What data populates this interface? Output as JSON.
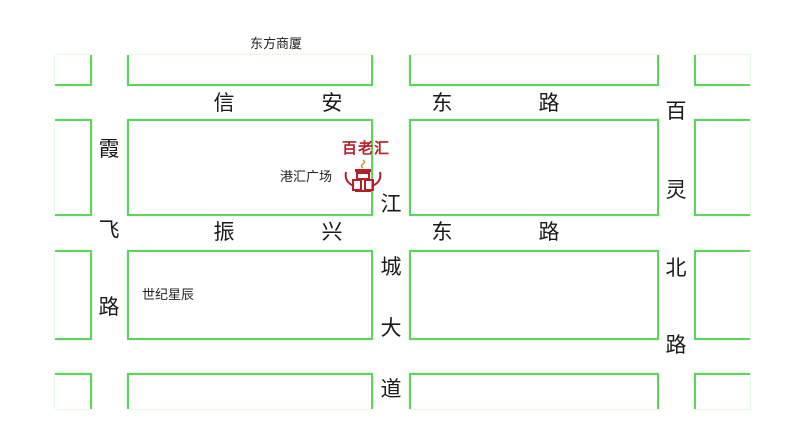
{
  "map": {
    "line_color": "#5fd35f",
    "landmarks": {
      "top": "东方商厦",
      "gangHuiPlaza": "港汇广场",
      "shijiXingchen": "世纪星辰"
    },
    "brand": {
      "name": "百老汇",
      "color": "#b3202a",
      "icon": "brand-logo-icon"
    },
    "roads": {
      "xinan_east": [
        "信",
        "安",
        "东",
        "路"
      ],
      "zhenxing_east": [
        "振",
        "兴",
        "东",
        "路"
      ],
      "xiafei": [
        "霞",
        "飞",
        "路"
      ],
      "jiangcheng": [
        "江",
        "城",
        "大",
        "道"
      ],
      "bailing_north": [
        "百",
        "灵",
        "北",
        "路"
      ]
    }
  }
}
